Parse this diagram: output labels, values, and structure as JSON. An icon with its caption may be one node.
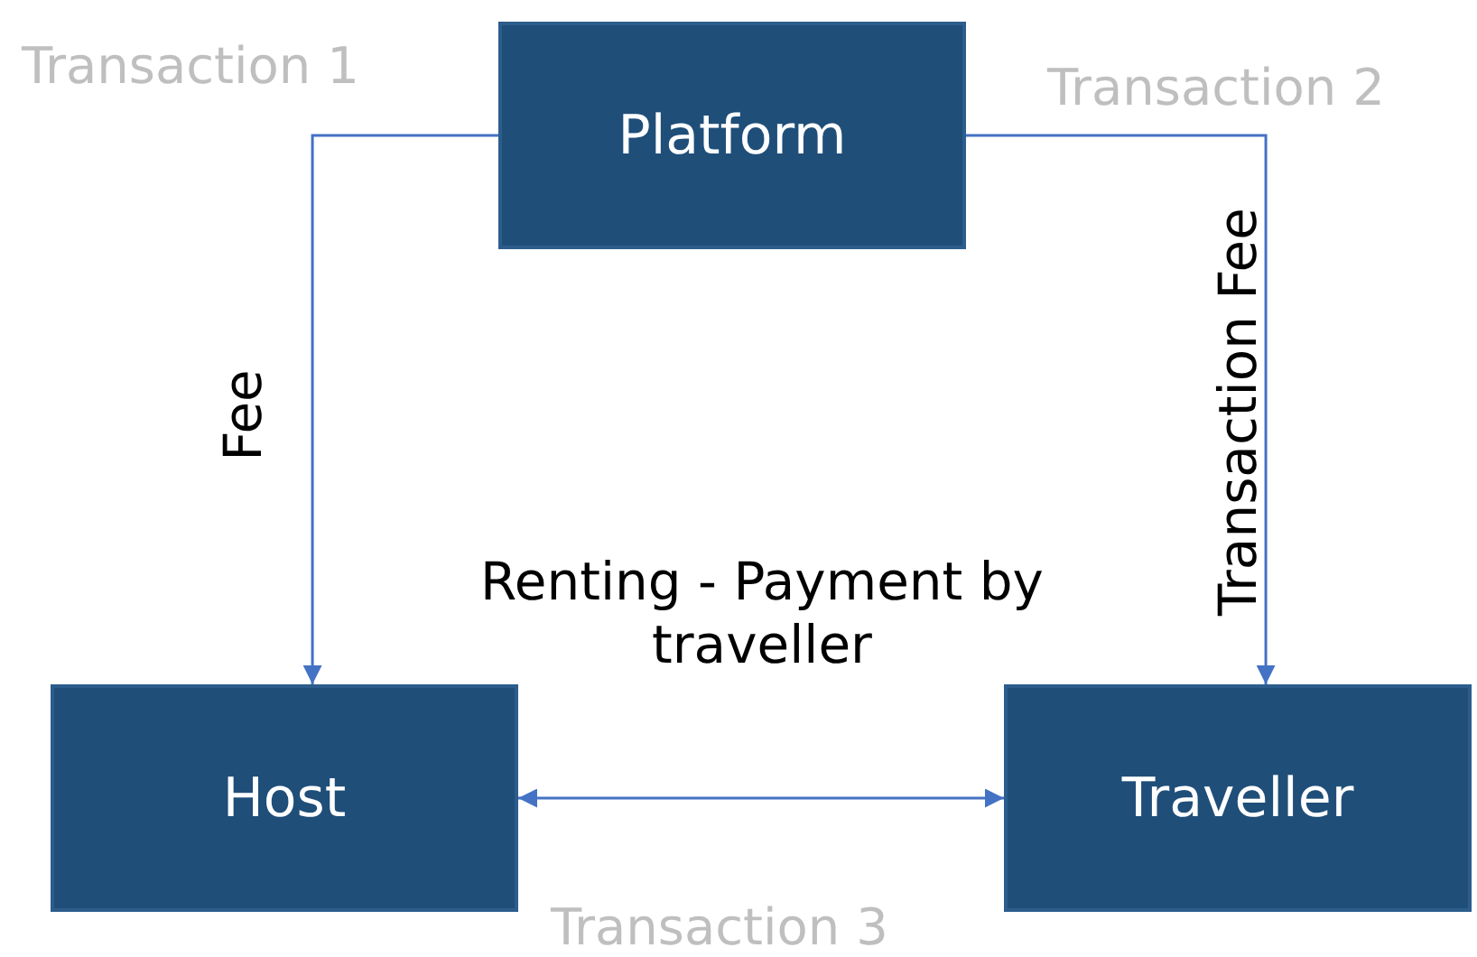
{
  "diagram": {
    "nodes": [
      {
        "text": [
          "Platform"
        ]
      },
      {
        "text": [
          "Host"
        ]
      },
      {
        "text": [
          "Traveller"
        ]
      }
    ],
    "edges": [
      {
        "from": 0,
        "to": 1,
        "arrow": "to",
        "label": "Fee"
      },
      {
        "from": 0,
        "to": 2,
        "arrow": "to",
        "label": "Transaction Fee"
      },
      {
        "from": 1,
        "to": 2,
        "arrow": "both",
        "label": "Renting - Payment by traveller"
      }
    ],
    "labels": [
      "Transaction 1",
      "Transaction 2",
      "Transaction 3"
    ]
  }
}
